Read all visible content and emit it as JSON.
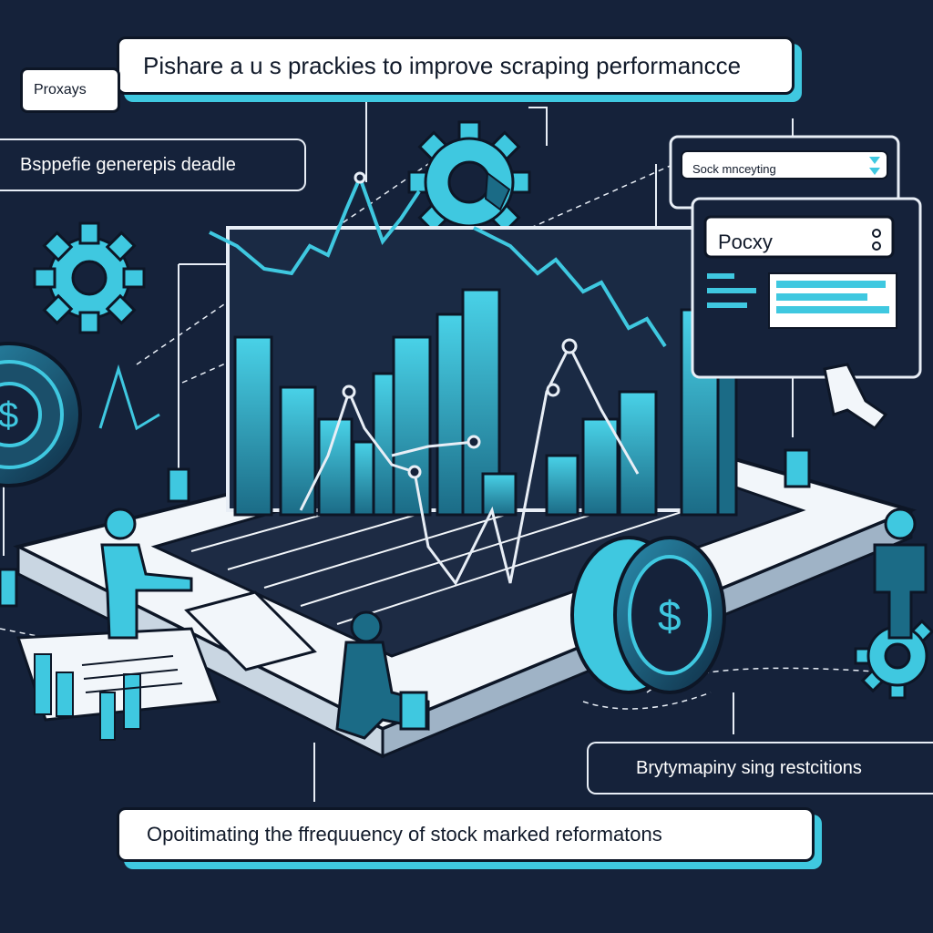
{
  "labels": {
    "title": "Pishare a u s prackies to  improve scraping performancce",
    "proxays": "Proxays",
    "bopp": "Bsppefie generepis deadle",
    "restrictions": "Brytymapiny sing restcitions",
    "bottom": "Opoitimating the ffrequuency of stock marked reformatons"
  },
  "windows": {
    "top_window_title": "Sock mnceyting",
    "proxy_window_title": "Pocxy"
  },
  "icons": [
    "gear-icon",
    "dollar-coin-icon",
    "cursor-hand-icon",
    "person-icon",
    "laptop-icon"
  ],
  "colors": {
    "background": "#15223a",
    "accent": "#3fc8e0",
    "accent_dark": "#1f7f9a",
    "outline": "#0d1626",
    "panel": "#ffffff"
  }
}
